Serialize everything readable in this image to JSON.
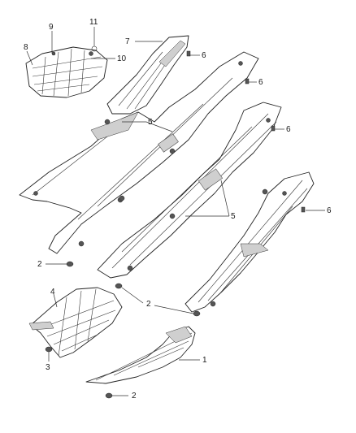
{
  "callouts": {
    "c1": "1",
    "c2a": "2",
    "c2b": "2",
    "c2c": "2",
    "c3": "3",
    "c4": "4",
    "c5a": "5",
    "c5b": "5",
    "c6a": "6",
    "c6b": "6",
    "c6c": "6",
    "c6d": "6",
    "c7": "7",
    "c8": "8",
    "c9": "9",
    "c10": "10",
    "c11": "11"
  }
}
